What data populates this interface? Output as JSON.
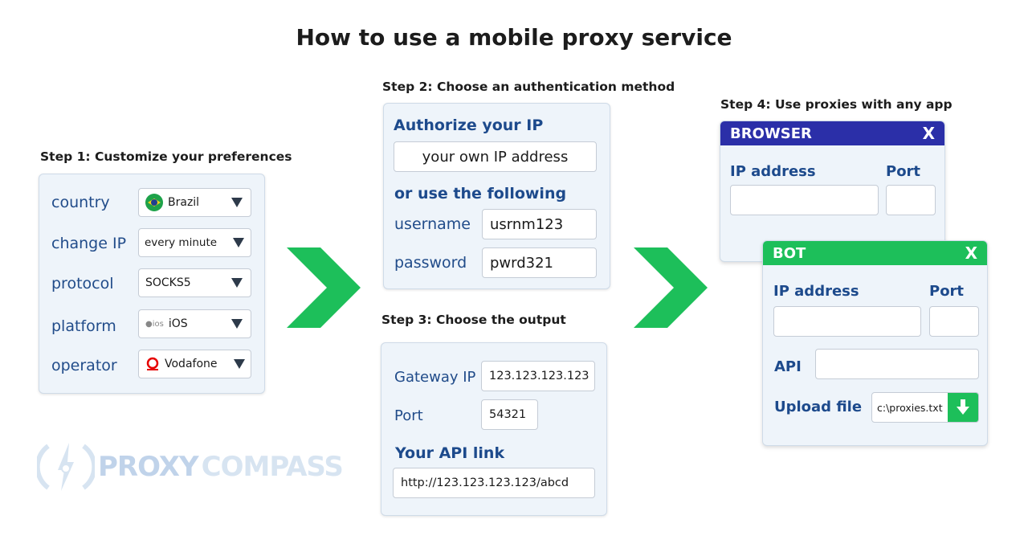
{
  "title": "How to use a mobile proxy service",
  "steps": {
    "step1": "Step 1: Customize your preferences",
    "step2": "Step 2: Choose an authentication method",
    "step3": "Step 3: Choose the output",
    "step4": "Step 4: Use proxies with any app"
  },
  "preferences": [
    {
      "label": "country",
      "value": "Brazil",
      "icon": "brazil-flag-icon"
    },
    {
      "label": "change IP",
      "value": "every minute",
      "icon": ""
    },
    {
      "label": "protocol",
      "value": "SOCKS5",
      "icon": ""
    },
    {
      "label": "platform",
      "value": "iOS",
      "icon": "apple-icon"
    },
    {
      "label": "operator",
      "value": "Vodafone",
      "icon": "vodafone-icon"
    }
  ],
  "auth": {
    "heading": "Authorize your IP",
    "ip_value": "your own IP address",
    "or_heading": "or use the following",
    "username_label": "username",
    "username_value": "usrnm123",
    "password_label": "password",
    "password_value": "pwrd321"
  },
  "output": {
    "gateway_label": "Gateway IP",
    "gateway_value": "123.123.123.123",
    "port_label": "Port",
    "port_value": "54321",
    "api_heading": "Your API link",
    "api_value": "http://123.123.123.123/abcd"
  },
  "browser_window": {
    "title": "BROWSER",
    "close": "X",
    "ip_label": "IP address",
    "port_label": "Port",
    "color": "#2b2fa8"
  },
  "bot_window": {
    "title": "BOT",
    "close": "X",
    "ip_label": "IP address",
    "port_label": "Port",
    "api_label": "API",
    "upload_label": "Upload file",
    "upload_value": "c:\\proxies.txt",
    "color": "#1dbf5a"
  },
  "logo": {
    "text_a": "PROXY",
    "text_b": "COMPASS"
  },
  "colors": {
    "arrow": "#1dbf5a",
    "label_blue": "#214c8a",
    "panel_bg": "#eef4fa"
  }
}
